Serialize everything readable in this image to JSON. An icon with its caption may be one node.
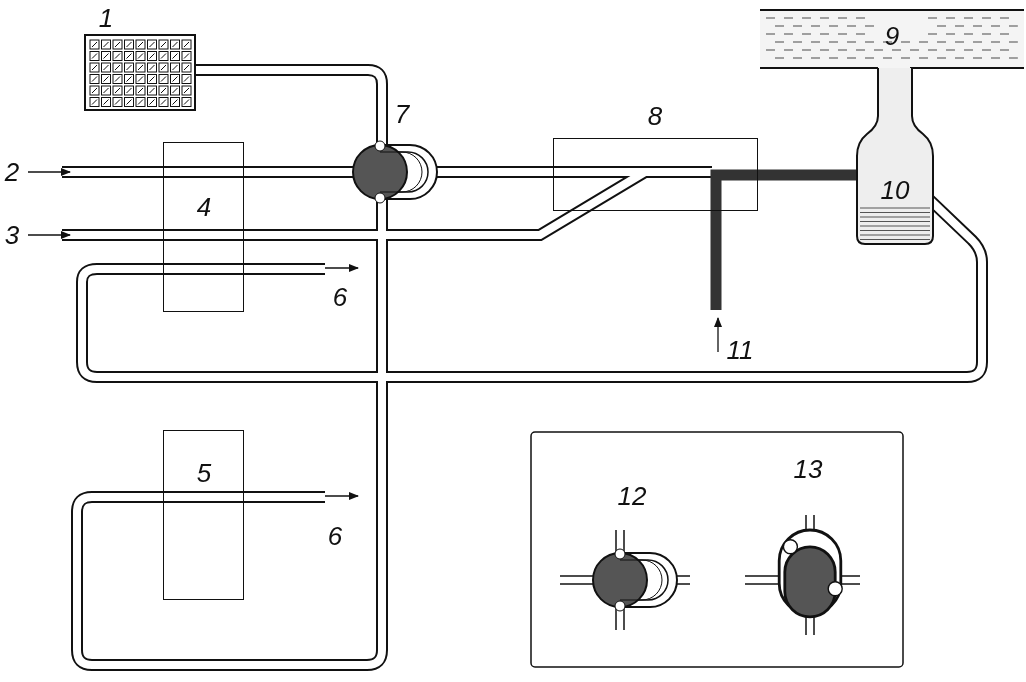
{
  "diagram": {
    "nodes": [
      {
        "text": [
          "9"
        ]
      },
      {
        "text": [
          "8"
        ]
      },
      {
        "text": [
          "4"
        ]
      },
      {
        "text": [
          "10"
        ]
      },
      {
        "text": [
          "5"
        ]
      }
    ],
    "edges": [
      {
        "from": 1,
        "to": 3,
        "arrow": "none"
      }
    ],
    "labels": [
      "1",
      "7",
      "2",
      "3",
      "6",
      "11",
      "13",
      "12",
      "6"
    ]
  }
}
